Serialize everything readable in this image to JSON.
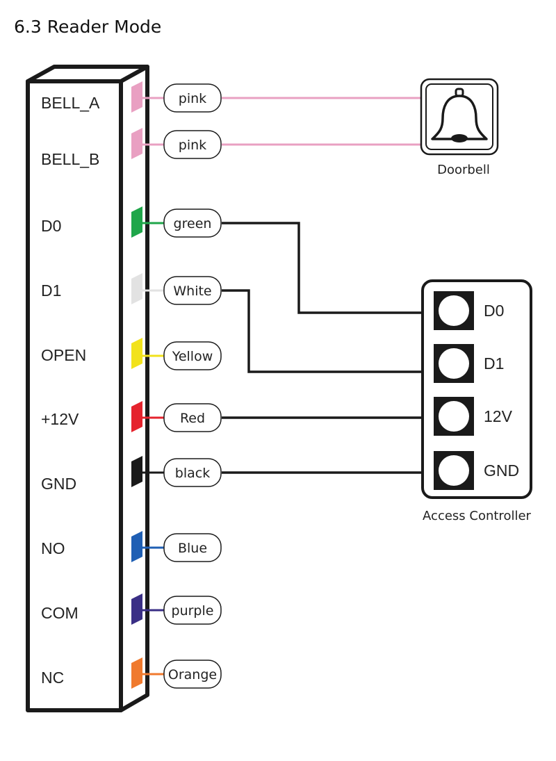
{
  "title": "6.3 Reader Mode",
  "terminals": [
    {
      "label": "BELL_A",
      "wire": "pink",
      "color": "#e9a0c2"
    },
    {
      "label": "BELL_B",
      "wire": "pink",
      "color": "#e9a0c2"
    },
    {
      "label": "D0",
      "wire": "green",
      "color": "#1fa64a"
    },
    {
      "label": "D1",
      "wire": "White",
      "color": "#e2e2e2"
    },
    {
      "label": "OPEN",
      "wire": "Yellow",
      "color": "#f2e21c"
    },
    {
      "label": "+12V",
      "wire": "Red",
      "color": "#e5232d"
    },
    {
      "label": "GND",
      "wire": "black",
      "color": "#1a1a1a"
    },
    {
      "label": "NO",
      "wire": "Blue",
      "color": "#1f5fb4"
    },
    {
      "label": "COM",
      "wire": "purple",
      "color": "#3a2f86"
    },
    {
      "label": "NC",
      "wire": "Orange",
      "color": "#f07a2e"
    }
  ],
  "doorbell": {
    "caption": "Doorbell"
  },
  "access_controller": {
    "caption": "Access Controller",
    "ports": [
      "D0",
      "D1",
      "12V",
      "GND"
    ]
  },
  "colors": {
    "outline": "#1a1a1a",
    "pink_line": "#e9a0c2",
    "black_line": "#1a1a1a"
  }
}
